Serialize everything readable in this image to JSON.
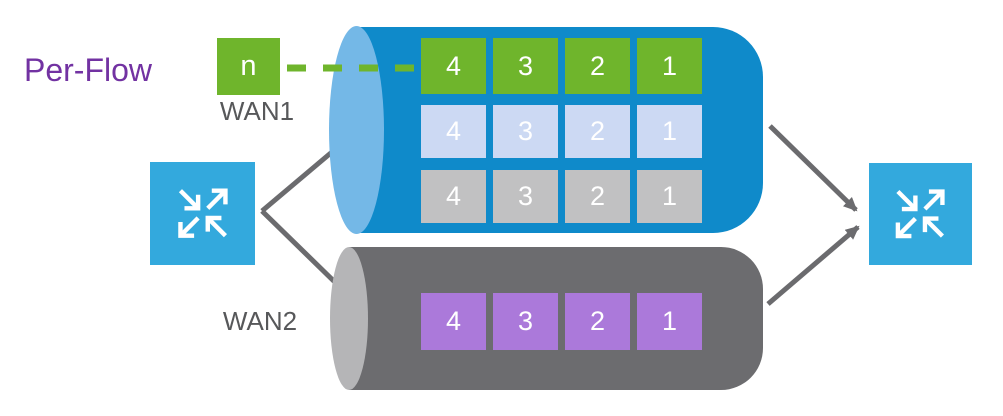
{
  "title": {
    "text": "Per-Flow"
  },
  "flow_badge": {
    "text": "n"
  },
  "wan1": {
    "label": "WAN1",
    "flows": [
      {
        "name": "flow-green",
        "color": "#6fb52c",
        "packets": [
          "4",
          "3",
          "2",
          "1"
        ]
      },
      {
        "name": "flow-light-blue",
        "color": "#ccd9f3",
        "packets": [
          "4",
          "3",
          "2",
          "1"
        ]
      },
      {
        "name": "flow-gray",
        "color": "#c1c1c2",
        "packets": [
          "4",
          "3",
          "2",
          "1"
        ]
      }
    ]
  },
  "wan2": {
    "label": "WAN2",
    "flows": [
      {
        "name": "flow-purple",
        "color": "#ab79da",
        "packets": [
          "4",
          "3",
          "2",
          "1"
        ]
      }
    ]
  },
  "icons": {
    "left_node": "expand-arrows-icon",
    "right_node": "expand-arrows-icon"
  },
  "colors": {
    "title_purple": "#7232a2",
    "label_gray": "#57585a",
    "pipe_blue": "#0f8aca",
    "pipe_blue_cap": "#74b8e7",
    "pipe_gray": "#6c6c6f",
    "pipe_gray_cap": "#b5b5b7",
    "node_cyan": "#33a9dd",
    "connector_gray": "#6b6b6e",
    "dash_green": "#6fb52c"
  }
}
